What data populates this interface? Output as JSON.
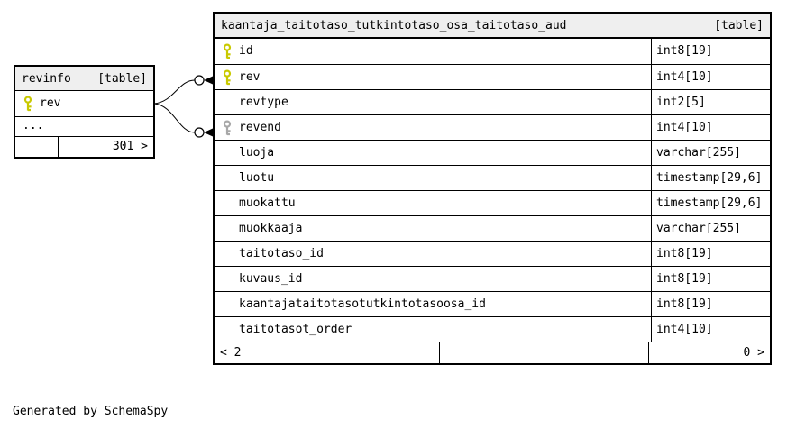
{
  "diagram": {
    "generated_by": "Generated by SchemaSpy"
  },
  "revinfo_table": {
    "name": "revinfo",
    "badge": "[table]",
    "columns": [
      {
        "name": "rev",
        "type": "",
        "key": "primary"
      }
    ],
    "ellipsis": "...",
    "footer": {
      "left": "",
      "middle": "",
      "right": "301 >"
    }
  },
  "main_table": {
    "name": "kaantaja_taitotaso_tutkintotaso_osa_taitotaso_aud",
    "badge": "[table]",
    "columns": [
      {
        "name": "id",
        "type": "int8[19]",
        "key": "primary"
      },
      {
        "name": "rev",
        "type": "int4[10]",
        "key": "primary"
      },
      {
        "name": "revtype",
        "type": "int2[5]",
        "key": "none"
      },
      {
        "name": "revend",
        "type": "int4[10]",
        "key": "foreign"
      },
      {
        "name": "luoja",
        "type": "varchar[255]",
        "key": "none"
      },
      {
        "name": "luotu",
        "type": "timestamp[29,6]",
        "key": "none"
      },
      {
        "name": "muokattu",
        "type": "timestamp[29,6]",
        "key": "none"
      },
      {
        "name": "muokkaaja",
        "type": "varchar[255]",
        "key": "none"
      },
      {
        "name": "taitotaso_id",
        "type": "int8[19]",
        "key": "none"
      },
      {
        "name": "kuvaus_id",
        "type": "int8[19]",
        "key": "none"
      },
      {
        "name": "kaantajataitotasotutkintotasoosa_id",
        "type": "int8[19]",
        "key": "none"
      },
      {
        "name": "taitotasot_order",
        "type": "int4[10]",
        "key": "none"
      }
    ],
    "footer": {
      "left": "< 2",
      "middle": "",
      "right": "0 >"
    }
  },
  "relationships": [
    {
      "from": "revinfo.rev",
      "to": "kaantaja_taitotaso_tutkintotaso_osa_taitotaso_aud.rev"
    },
    {
      "from": "revinfo.rev",
      "to": "kaantaja_taitotaso_tutkintotaso_osa_taitotaso_aud.revend"
    }
  ],
  "colors": {
    "primary_key": "#c9c900",
    "foreign_key": "#a8a8a8",
    "header_bg": "#efefef",
    "border": "#000000",
    "background": "#ffffff"
  }
}
